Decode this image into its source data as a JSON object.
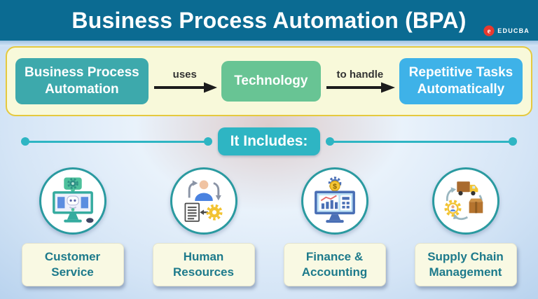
{
  "header": {
    "title": "Business Process Automation (BPA)",
    "brand": "EDUCBA"
  },
  "flow": {
    "step1": "Business Process\nAutomation",
    "arrow1": "uses",
    "step2": "Technology",
    "arrow2": "to handle",
    "step3": "Repetitive Tasks\nAutomatically"
  },
  "includes_label": "It Includes:",
  "categories": [
    {
      "label": "Customer\nService",
      "icon": "customer-service-icon"
    },
    {
      "label": "Human\nResources",
      "icon": "human-resources-icon"
    },
    {
      "label": "Finance &\nAccounting",
      "icon": "finance-accounting-icon"
    },
    {
      "label": "Supply Chain\nManagement",
      "icon": "supply-chain-icon"
    }
  ],
  "colors": {
    "header_bg": "#0b6b92",
    "banner_bg": "#f8f9da",
    "banner_border": "#e5c93e",
    "step1_bg": "#3da9ac",
    "step2_bg": "#68c494",
    "step3_bg": "#3eb2e8",
    "accent_teal": "#2eb5c3",
    "circle_border": "#2a9aa0",
    "label_text": "#1d7a8b",
    "label_bg": "#f9f9e3",
    "brand_red": "#e8392e",
    "arrow_black": "#1c1c1c"
  }
}
